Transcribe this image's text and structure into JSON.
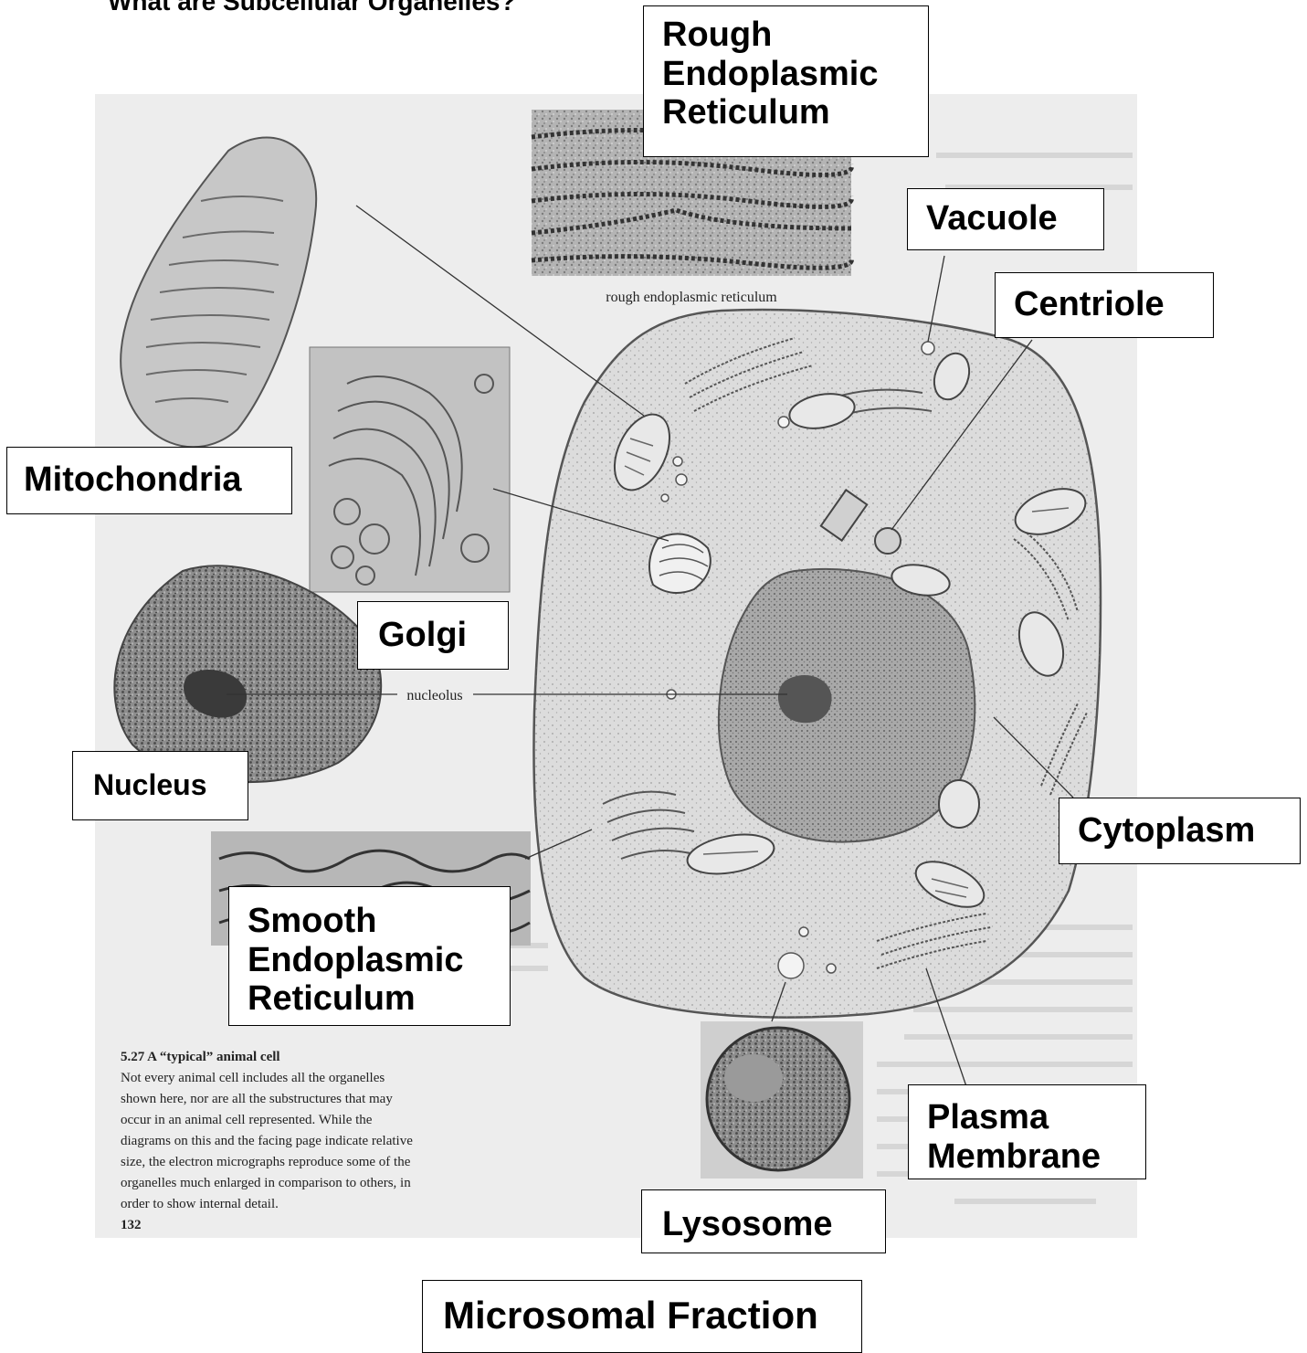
{
  "heading": "What are Subcellular Organelles?",
  "labels": {
    "rough_er": "Rough Endoplasmic Reticulum",
    "vacuole": "Vacuole",
    "centriole": "Centriole",
    "mitochondria": "Mitochondria",
    "golgi": "Golgi",
    "nucleus": "Nucleus",
    "cytoplasm": "Cytoplasm",
    "smooth_er": "Smooth Endoplasmic Reticulum",
    "plasma_membrane": "Plasma Membrane",
    "lysosome": "Lysosome",
    "microsomal_fraction": "Microsomal Fraction"
  },
  "figure": {
    "micrograph_caption_rer": "rough endoplasmic reticulum",
    "nucleolus_label": "nucleolus",
    "caption_title": "5.27  A “typical” animal cell",
    "caption_lines": [
      "Not every animal cell includes all the organelles",
      "shown here, nor are all the substructures that may",
      "occur in an animal cell represented. While the",
      "diagrams on this and the facing page indicate relative",
      "size, the electron micrographs reproduce some of the",
      "organelles much enlarged in comparison to others, in",
      "order to show internal detail."
    ],
    "page_number": "132"
  },
  "colors": {
    "scan_background": "#ededed",
    "cell_fill": "#dcdcdc",
    "nucleus_fill": "#a9a9a9",
    "micrograph_dark": "#5a5a5a"
  }
}
